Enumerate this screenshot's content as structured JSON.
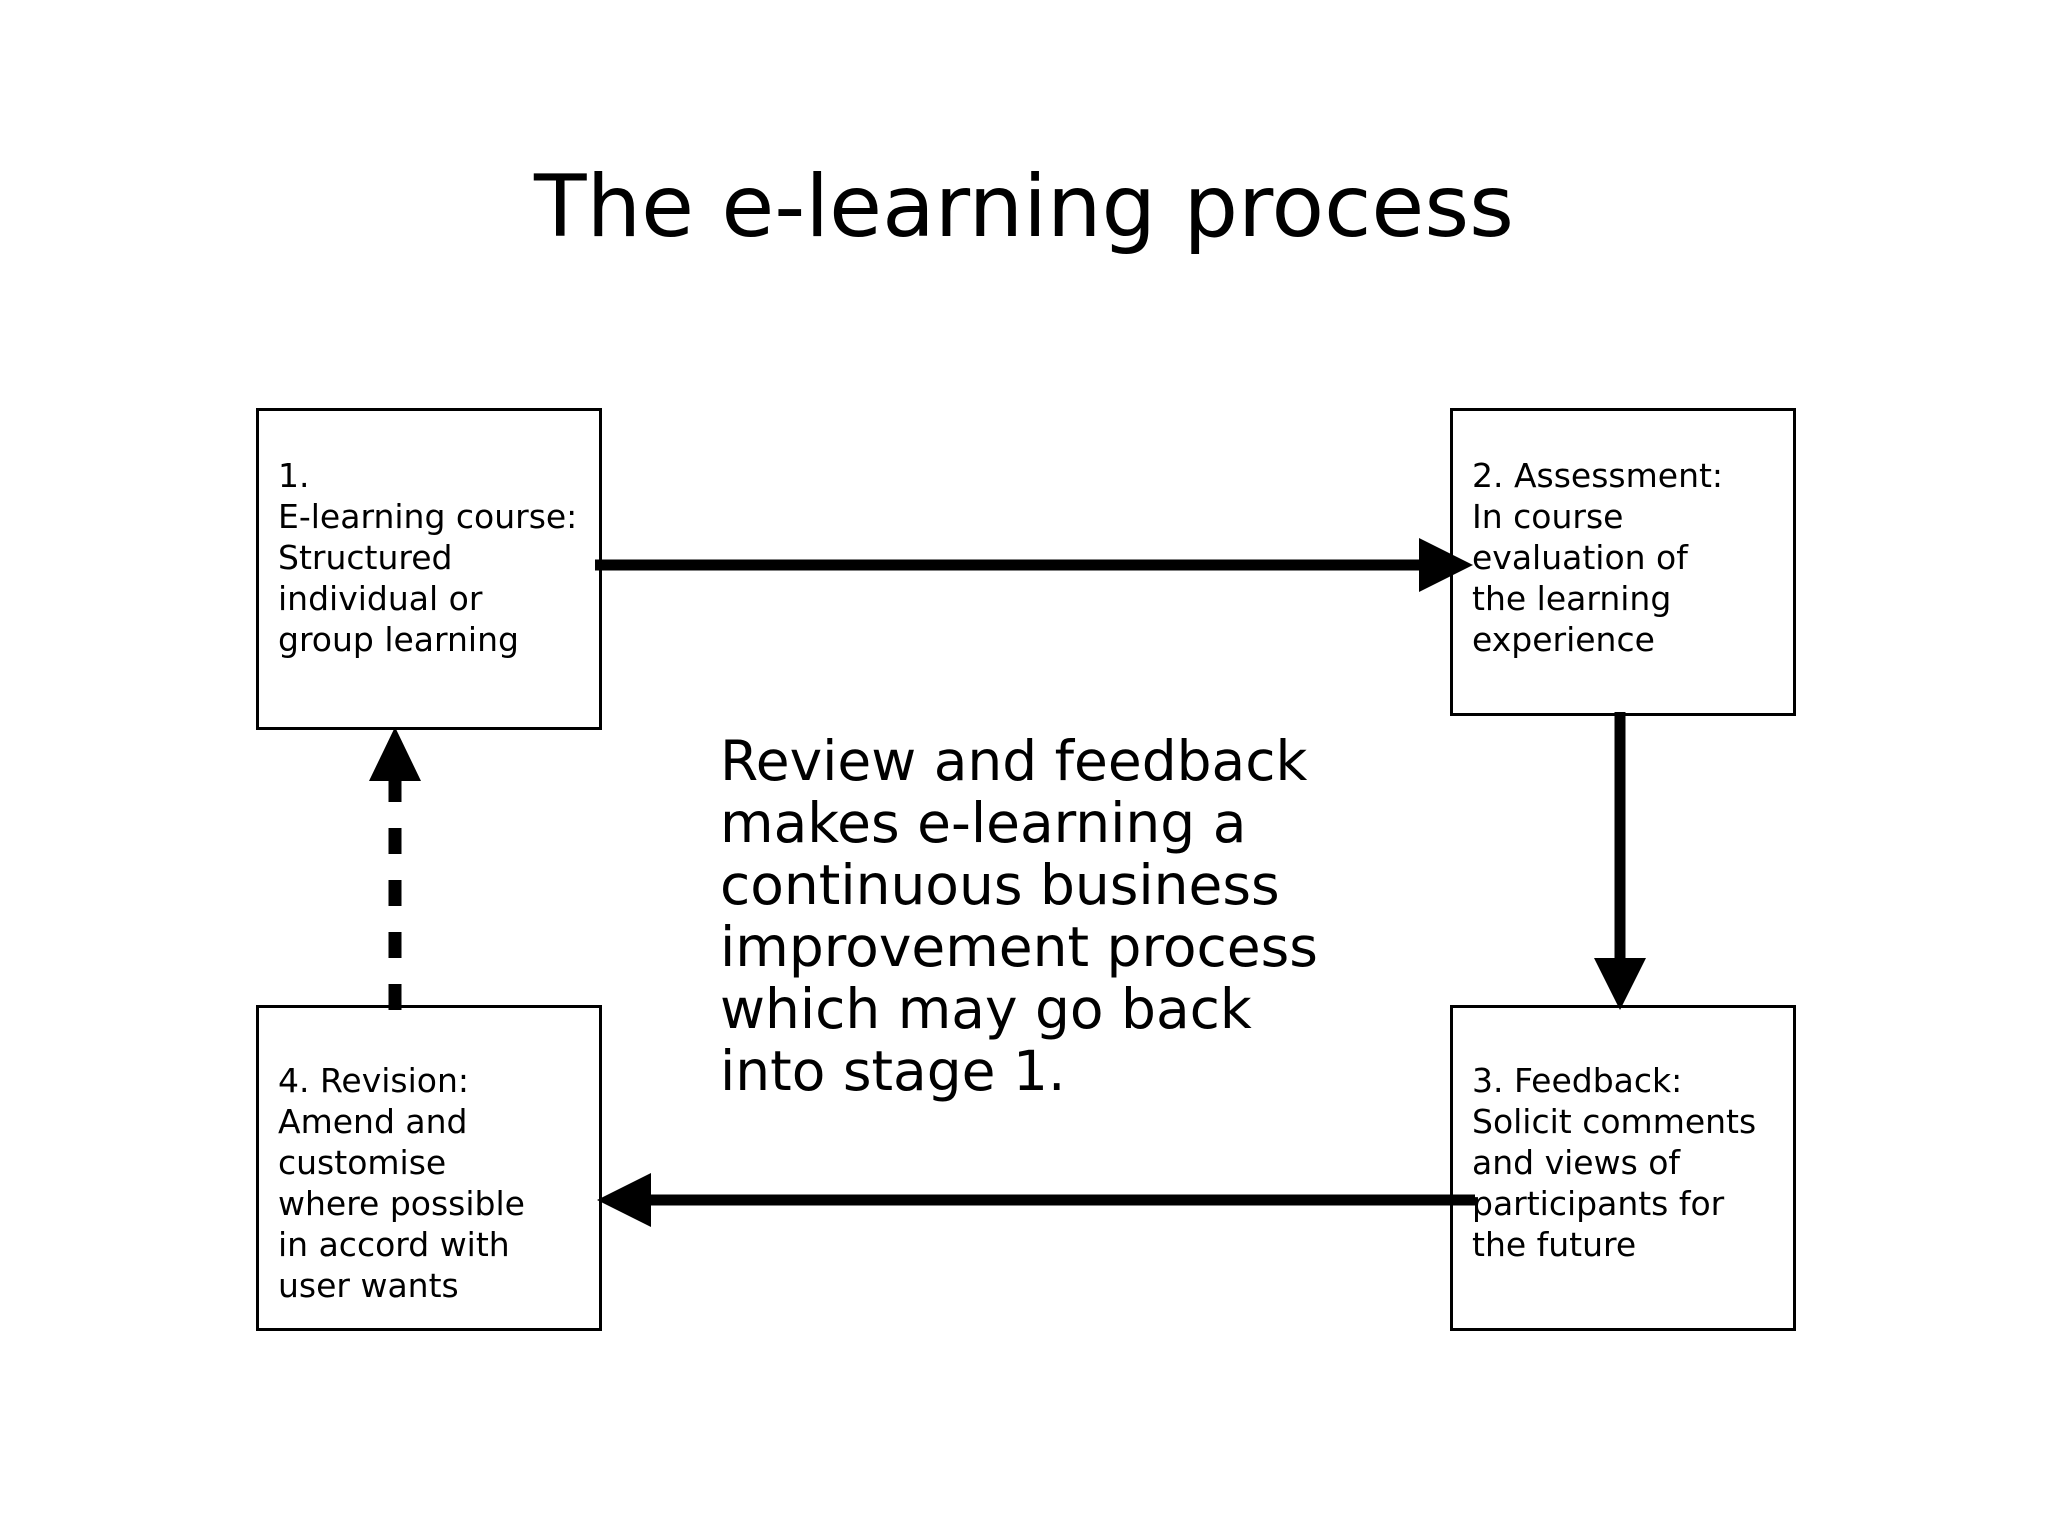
{
  "slide": {
    "title": "The e-learning process",
    "background_color": "#ffffff",
    "line_color": "#000000",
    "text_color": "#000000"
  },
  "nodes": [
    {
      "id": "stage-1",
      "number": "1.",
      "label": "1.\nE-learning course:\nStructured\nindividual or\ngroup learning"
    },
    {
      "id": "stage-2",
      "number": "2.",
      "label": "2. Assessment:\nIn course\nevaluation of\nthe learning\nexperience"
    },
    {
      "id": "stage-3",
      "number": "3.",
      "label": "3. Feedback:\nSolicit comments\nand views of\nparticipants for\nthe future"
    },
    {
      "id": "stage-4",
      "number": "4.",
      "label": "4. Revision:\nAmend and\ncustomise\nwhere possible\nin accord with\nuser wants"
    }
  ],
  "caption": {
    "text": "Review and feedback\nmakes e-learning a\ncontinuous business\nimprovement process\nwhich may go back\ninto stage 1."
  },
  "connectors": [
    {
      "id": "arrow-stage1-to-stage2",
      "from": "stage-1",
      "to": "stage-2",
      "direction": "right",
      "style": "solid"
    },
    {
      "id": "arrow-stage2-to-stage3",
      "from": "stage-2",
      "to": "stage-3",
      "direction": "down",
      "style": "solid"
    },
    {
      "id": "arrow-stage3-to-stage4",
      "from": "stage-3",
      "to": "stage-4",
      "direction": "left",
      "style": "solid"
    },
    {
      "id": "arrow-stage4-to-stage1",
      "from": "stage-4",
      "to": "stage-1",
      "direction": "up",
      "style": "dashed"
    }
  ]
}
